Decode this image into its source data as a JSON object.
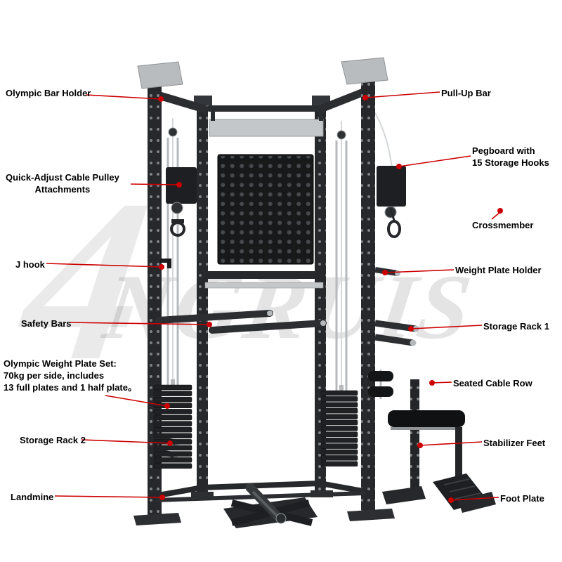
{
  "diagram_title": "Multi-functional power rack product callout diagram",
  "colors": {
    "accent_red": "#cc0000",
    "label_text": "#000000",
    "frame_dark": "#26282b",
    "metal_silver": "#c3c7ca",
    "watermark_gray": "#d9d9d9"
  },
  "watermark": {
    "glyph": "4",
    "text": "NGRUIS"
  },
  "callouts": {
    "left": [
      {
        "id": "olympic-bar-holder",
        "lines": [
          "Olympic Bar Holder"
        ]
      },
      {
        "id": "quick-adjust-cable-pulley-attachments",
        "lines": [
          "Quick-Adjust Cable Pulley",
          "Attachments"
        ]
      },
      {
        "id": "j-hook",
        "lines": [
          "J hook"
        ]
      },
      {
        "id": "safety-bars",
        "lines": [
          "Safety Bars"
        ]
      },
      {
        "id": "olympic-weight-plate-set",
        "lines": [
          "Olympic Weight Plate Set:",
          "70kg per side, includes",
          "13 full plates and 1 half plate。"
        ]
      },
      {
        "id": "storage-rack-2",
        "lines": [
          "Storage Rack 2"
        ]
      },
      {
        "id": "landmine",
        "lines": [
          "Landmine"
        ]
      }
    ],
    "right": [
      {
        "id": "pull-up-bar",
        "lines": [
          "Pull-Up Bar"
        ]
      },
      {
        "id": "pegboard-with-15-storage-hooks",
        "lines": [
          "Pegboard with",
          "15 Storage Hooks"
        ]
      },
      {
        "id": "crossmember",
        "lines": [
          "Crossmember"
        ]
      },
      {
        "id": "weight-plate-holder",
        "lines": [
          "Weight Plate Holder"
        ]
      },
      {
        "id": "storage-rack-1",
        "lines": [
          "Storage Rack 1"
        ]
      },
      {
        "id": "seated-cable-row",
        "lines": [
          "Seated Cable Row"
        ]
      },
      {
        "id": "stabilizer-feet",
        "lines": [
          "Stabilizer Feet"
        ]
      },
      {
        "id": "foot-plate",
        "lines": [
          "Foot Plate"
        ]
      }
    ]
  }
}
